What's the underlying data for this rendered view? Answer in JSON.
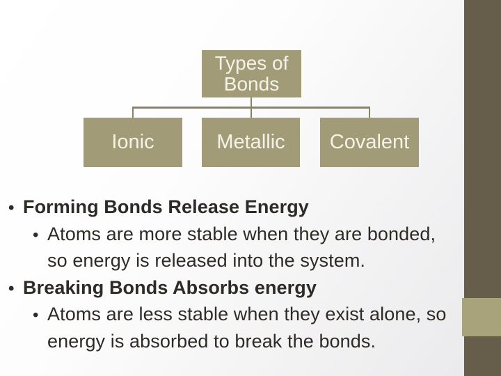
{
  "diagram": {
    "root_label": "Types of Bonds",
    "children": [
      {
        "label": "Ionic"
      },
      {
        "label": "Metallic"
      },
      {
        "label": "Covalent"
      }
    ]
  },
  "body": {
    "bullet_char": "•",
    "bullets": [
      {
        "level": 1,
        "bold": true,
        "lines": [
          "Forming Bonds Release Energy"
        ]
      },
      {
        "level": 2,
        "bold": false,
        "lines": [
          "Atoms are more stable when they are bonded,",
          "so energy is released into the system."
        ]
      },
      {
        "level": 1,
        "bold": true,
        "lines": [
          "Breaking Bonds Absorbs energy"
        ]
      },
      {
        "level": 2,
        "bold": false,
        "lines": [
          "Atoms are less stable when they exist alone, so",
          "energy is absorbed to break the bonds."
        ]
      }
    ]
  },
  "colors": {
    "box-fill": "#a29b77",
    "box-text": "#f5f3e8",
    "connector": "#8a8465",
    "band-dark": "#665e4b",
    "band-light": "#a9a37b",
    "body-text": "#2e2b26",
    "bg-start": "#ffffff",
    "bg-end": "#e9e9eb"
  }
}
